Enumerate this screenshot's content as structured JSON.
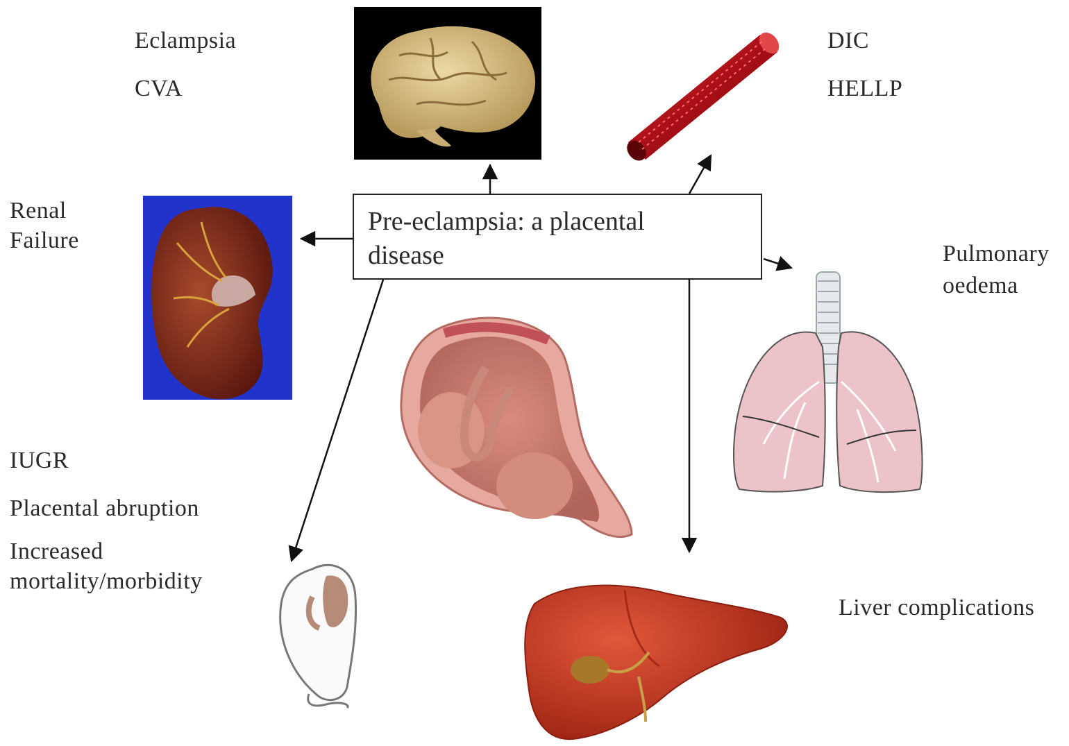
{
  "center": {
    "line1": "Pre-eclampsia: a placental",
    "line2": "disease"
  },
  "brain": {
    "label1": "Eclampsia",
    "label2": "CVA"
  },
  "vessel": {
    "label1": "DIC",
    "label2": "HELLP"
  },
  "kidney": {
    "label1": "Renal",
    "label2": "Failure"
  },
  "lungs": {
    "label1": "Pulmonary",
    "label2": "oedema"
  },
  "fetal": {
    "label1": "IUGR",
    "label2": "Placental abruption",
    "label3": "Increased",
    "label4": "mortality/morbidity"
  },
  "liver": {
    "label1": "Liver complications"
  },
  "colors": {
    "kidney_bg": "#2233cc",
    "kidney": "#7a2416",
    "vessel": "#b3141b",
    "liver": "#c8361c",
    "lung": "#ecc3c8",
    "uterus": "#e7a8a0",
    "brain": "#d9c08a"
  }
}
